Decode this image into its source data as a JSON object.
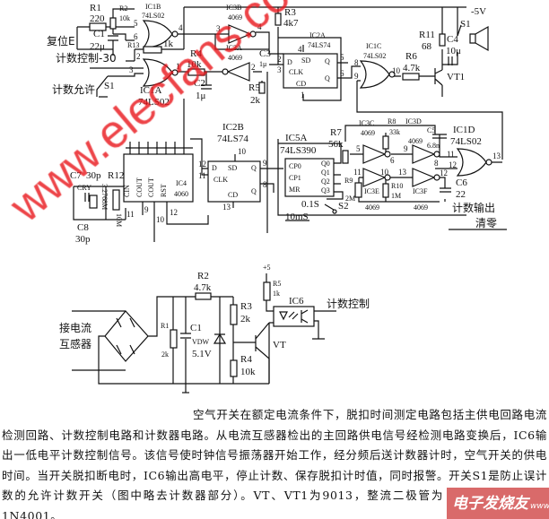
{
  "top_circuit": {
    "reset_label": "复位E",
    "count_control_label": "计数控制-30",
    "count_enable_label": "计数允许",
    "s1": "S1",
    "r1": "R1",
    "r1_val": "220",
    "r2": "R2",
    "r2_val": "10k",
    "c1": "C1",
    "c1_val": "22μ",
    "ic1b": "IC1B",
    "ic1b_type": "74LS02",
    "r13": "R13",
    "r13_val": "1k",
    "ic1a": "IC1A",
    "ic1a_type": "74LS02",
    "ic3b": "IC3B",
    "ic3b_type": "4069",
    "ic3a": "IC3A",
    "ic3a_type": "4069",
    "r4": "R4",
    "r4_val": "10k",
    "c2": "C2",
    "c2_val": "1μ",
    "c3": "C3",
    "c3_val": "1μ",
    "r5": "R5",
    "r5_val": "2k",
    "r3": "R3",
    "r3_val": "4k7",
    "ic2a": "IC2A",
    "ic2a_type": "74LS74",
    "ic2a_d": "D",
    "ic2a_sd": "SD",
    "ic2a_clk": "CLK",
    "ic2a_cd": "CD",
    "ic2a_q": "Q",
    "ic2a_qn": "Q",
    "ic1c": "IC1C",
    "ic1c_type": "74LS02",
    "r6": "R6",
    "r6_val": "4.7k",
    "r11": "R11",
    "r11_val": "68",
    "c4": "C4",
    "c4_val": "10μ",
    "vt1": "VT1",
    "speaker_switch": "S1",
    "supply": "-5V"
  },
  "mid_circuit": {
    "c7": "C7",
    "c7_val": "30p",
    "r12": "R12",
    "cry": "CRY",
    "crystal_freq": "3.2768M",
    "r12_val": "10M",
    "c8": "C8",
    "c8_val": "30p",
    "ic4": "IC4",
    "ic4_type": "4060",
    "ic4_pins": [
      "CIN",
      "COUT",
      "COUT",
      "RST"
    ],
    "ic2b": "IC2B",
    "ic2b_type": "74LS74",
    "ic2b_d": "D",
    "ic2b_sd": "SD",
    "ic2b_clk": "CLK",
    "ic2b_cd": "CD",
    "ic2b_q": "Q",
    "ic2b_qn": "Q",
    "ic5a": "IC5A",
    "ic5a_type": "74LS390",
    "ic5a_inputs": [
      "CP0",
      "CP1",
      "MR"
    ],
    "ic5a_outputs": [
      "Q0",
      "Q1",
      "Q2",
      "Q3"
    ],
    "sel_01s": "0.1S",
    "s2": "S2",
    "sel_10ms": "10mS",
    "r7": "R7",
    "r7_val": "56k",
    "ic3c": "IC3C",
    "ic3c_type": "4069",
    "r8": "R8",
    "r8_val": "33k",
    "ic3d": "IC3D",
    "ic3d_type": "4069",
    "c5": "C5",
    "c5_val": "6.8n",
    "ic1d": "IC1D",
    "ic1d_type": "74LS02",
    "r9": "R9",
    "r9_val": "2M",
    "ic3e": "IC3E",
    "ic3e_type": "4069",
    "r10": "R10",
    "r10_val": "1M",
    "ic3f": "IC3F",
    "ic3f_type": "4069",
    "c6": "C6",
    "c6_val": "22",
    "count_output": "计数输出",
    "clear": "清零"
  },
  "pins": [
    "5",
    "6",
    "4",
    "3",
    "4",
    "2",
    "3",
    "1",
    "2",
    "4",
    "2",
    "3",
    "5",
    "6",
    "1",
    "8",
    "9",
    "10",
    "9",
    "12",
    "11",
    "10",
    "8",
    "13",
    "11",
    "9",
    "10",
    "12",
    "5",
    "6",
    "9",
    "8",
    "11",
    "12",
    "13",
    "11",
    "10",
    "13",
    "12"
  ],
  "bottom_circuit": {
    "ct_label_1": "接电流",
    "ct_label_2": "互感器",
    "r1": "R1",
    "r1_val": "2k",
    "c1": "C1",
    "vdw": "VDW",
    "vdw_val": "5.1V",
    "r2": "R2",
    "r2_val": "4.7k",
    "r3": "R3",
    "r3_val": "2k",
    "r4": "R4",
    "r4_val": "10k",
    "vt": "VT",
    "supply": "+5",
    "r5": "R5",
    "r5_val": "1k",
    "ic6": "IC6",
    "count_control": "计数控制"
  },
  "description": "空气开关在额定电流条件下，脱扣时间测定电路包括主供电回路电流检测回路、计数控制电路和计数器电路。从电流互感器检出的主回路供电信号经检测电路变换后，IC6输出一低电平计数控制信号。该信号使时钟信号振荡器开始工作，经分频后送计数器计时，空气开关的供电时间。当开关脱扣断电时，IC6输出高电平，停止计数、保存脱扣计时值，同时报警。开关S1是防止误计数的允许计数开关（图中略去计数器部分）。VT、VT1为9013，整流二极管为1N4001。",
  "watermark": "www.elecfans.com",
  "logo": {
    "cn": "电子发烧友",
    "en": "www.elecfans.com"
  }
}
